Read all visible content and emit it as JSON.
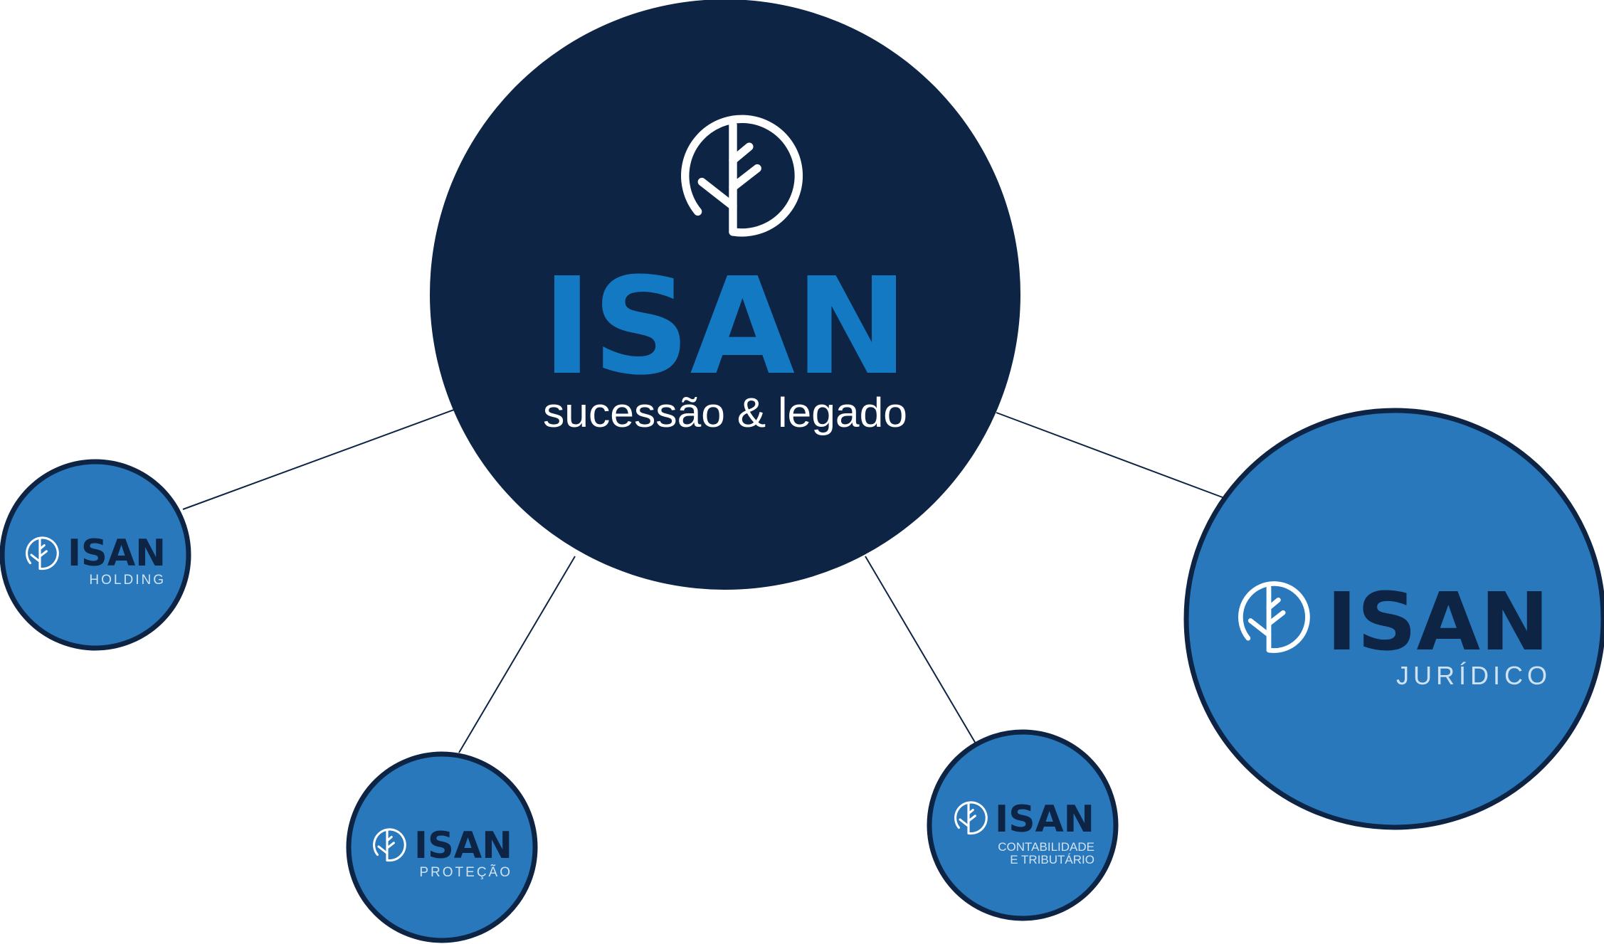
{
  "colors": {
    "navy": "#0d2444",
    "blue": "#2a78bc",
    "bright_blue": "#1279c2",
    "white": "#ffffff",
    "subtitle_light": "#cfe2f3"
  },
  "icons": {
    "tree": "tree-in-circle-icon"
  },
  "main": {
    "brand": "ISAN",
    "tagline": "sucessão & legado"
  },
  "units": {
    "holding": {
      "brand": "ISAN",
      "label": "HOLDING"
    },
    "protecao": {
      "brand": "ISAN",
      "label": "PROTEÇÃO"
    },
    "contabil": {
      "brand": "ISAN",
      "label_line1": "CONTABILIDADE",
      "label_line2": "E TRIBUTÁRIO"
    },
    "juridico": {
      "brand": "ISAN",
      "label": "JURÍDICO"
    }
  }
}
